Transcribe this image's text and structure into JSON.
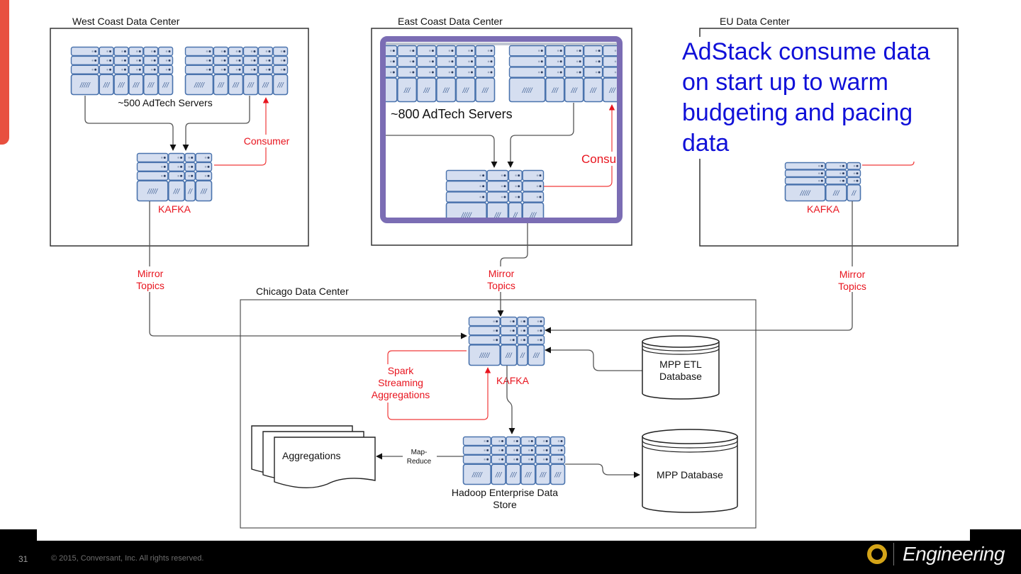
{
  "slide": {
    "page_number": "31",
    "copyright": "© 2015, Conversant, Inc. All rights reserved.",
    "brand": "Engineering",
    "accent_color": "#e8503f",
    "logo_color": "#d4a418"
  },
  "callout": {
    "text": "AdStack consume data on start up to warm budgeting and pacing data",
    "color": "#1010d8"
  },
  "data_centers": {
    "west": {
      "title": "West Coast Data Center",
      "servers_label": "~500 AdTech Servers",
      "kafka_label": "KAFKA",
      "consumer_label": "Consumer"
    },
    "east": {
      "title": "East Coast Data Center",
      "servers_label": "~800 AdTech Servers",
      "consumer_label": "Consum",
      "highlight_color": "#7b6db4"
    },
    "eu": {
      "title": "EU Data Center",
      "kafka_label": "KAFKA"
    },
    "chicago": {
      "title": "Chicago Data Center",
      "kafka_label": "KAFKA",
      "spark_label_lines": [
        "Spark",
        "Streaming",
        "Aggregations"
      ],
      "aggregations_label": "Aggregations",
      "mapreduce_label_lines": [
        "Map-",
        "Reduce"
      ],
      "hadoop_label_lines": [
        "Hadoop Enterprise Data",
        "Store"
      ],
      "mpp_etl_label_lines": [
        "MPP ETL",
        "Database"
      ],
      "mpp_db_label": "MPP Database"
    }
  },
  "mirror_topics": {
    "label_lines": [
      "Mirror",
      "Topics"
    ]
  },
  "colors": {
    "rack_fill": "#d5def0",
    "rack_stroke": "#4a73ad",
    "flow_red": "#e8141e"
  }
}
